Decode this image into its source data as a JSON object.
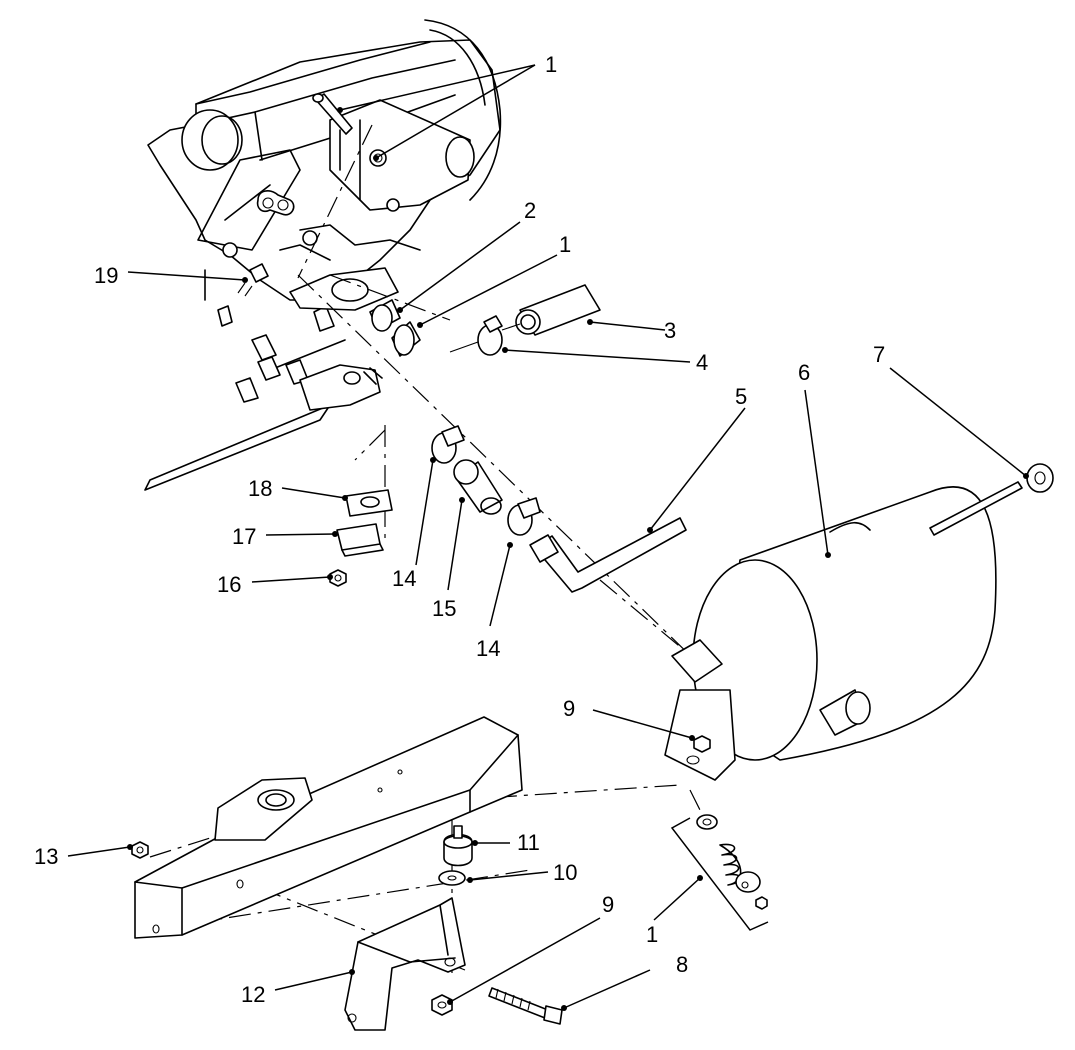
{
  "callouts": [
    {
      "id": "c1a",
      "text": "1"
    },
    {
      "id": "c2",
      "text": "2"
    },
    {
      "id": "c1b",
      "text": "1"
    },
    {
      "id": "c3",
      "text": "3"
    },
    {
      "id": "c4",
      "text": "4"
    },
    {
      "id": "c5",
      "text": "5"
    },
    {
      "id": "c6",
      "text": "6"
    },
    {
      "id": "c7",
      "text": "7"
    },
    {
      "id": "c19",
      "text": "19"
    },
    {
      "id": "c18",
      "text": "18"
    },
    {
      "id": "c17",
      "text": "17"
    },
    {
      "id": "c16",
      "text": "16"
    },
    {
      "id": "c14a",
      "text": "14"
    },
    {
      "id": "c15",
      "text": "15"
    },
    {
      "id": "c14b",
      "text": "14"
    },
    {
      "id": "c9a",
      "text": "9"
    },
    {
      "id": "c13",
      "text": "13"
    },
    {
      "id": "c11",
      "text": "11"
    },
    {
      "id": "c10",
      "text": "10"
    },
    {
      "id": "c9b",
      "text": "9"
    },
    {
      "id": "c1c",
      "text": "1"
    },
    {
      "id": "c12",
      "text": "12"
    },
    {
      "id": "c8",
      "text": "8"
    }
  ]
}
